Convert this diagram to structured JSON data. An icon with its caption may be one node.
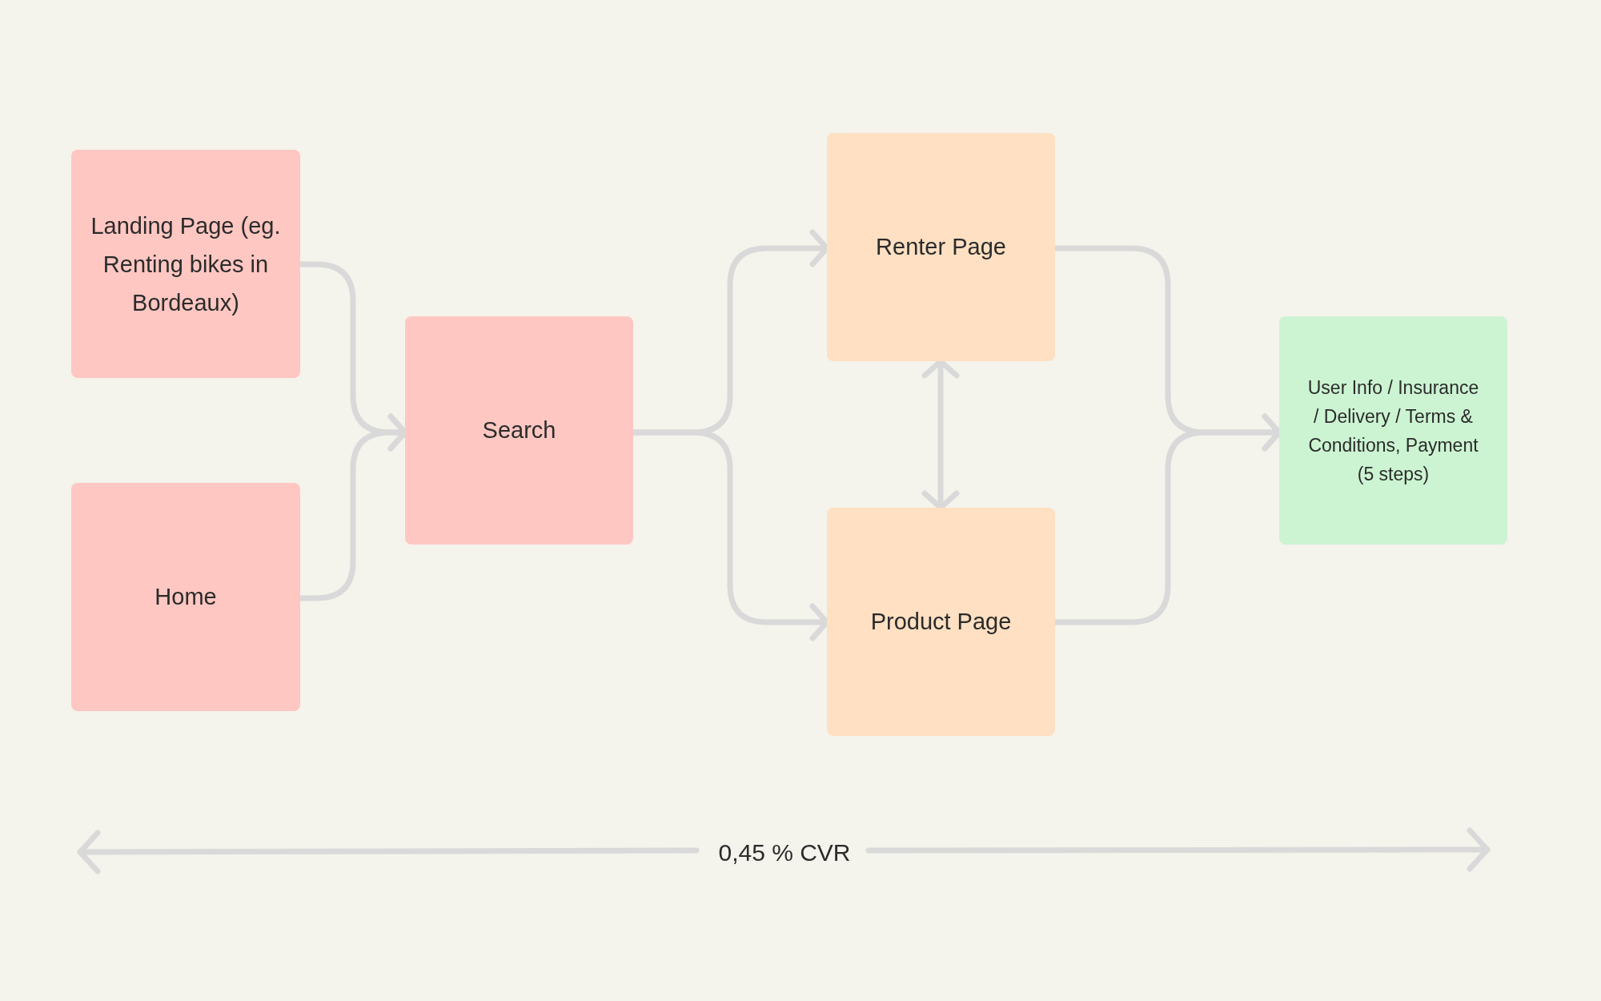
{
  "diagram": {
    "nodes": [
      {
        "text": [
          "Landing Page (eg. Renting bikes in Bordeaux)"
        ]
      },
      {
        "text": [
          "Home"
        ]
      },
      {
        "text": [
          "Search"
        ]
      },
      {
        "text": [
          "Renter Page"
        ]
      },
      {
        "text": [
          "Product Page"
        ]
      },
      {
        "text": [
          "User Info / Insurance / Delivery / Terms & Conditions, Payment (5 steps)"
        ]
      }
    ],
    "edges": [
      {
        "from": 0,
        "to": 2,
        "arrow": "to"
      },
      {
        "from": 1,
        "to": 2,
        "arrow": "to"
      },
      {
        "from": 2,
        "to": 3,
        "arrow": "to"
      },
      {
        "from": 2,
        "to": 4,
        "arrow": "to"
      },
      {
        "from": 3,
        "to": 4,
        "arrow": "both"
      },
      {
        "from": 3,
        "to": 5,
        "arrow": "to"
      },
      {
        "from": 4,
        "to": 5,
        "arrow": "to"
      }
    ],
    "labels": [
      "0,45 % CVR"
    ]
  }
}
